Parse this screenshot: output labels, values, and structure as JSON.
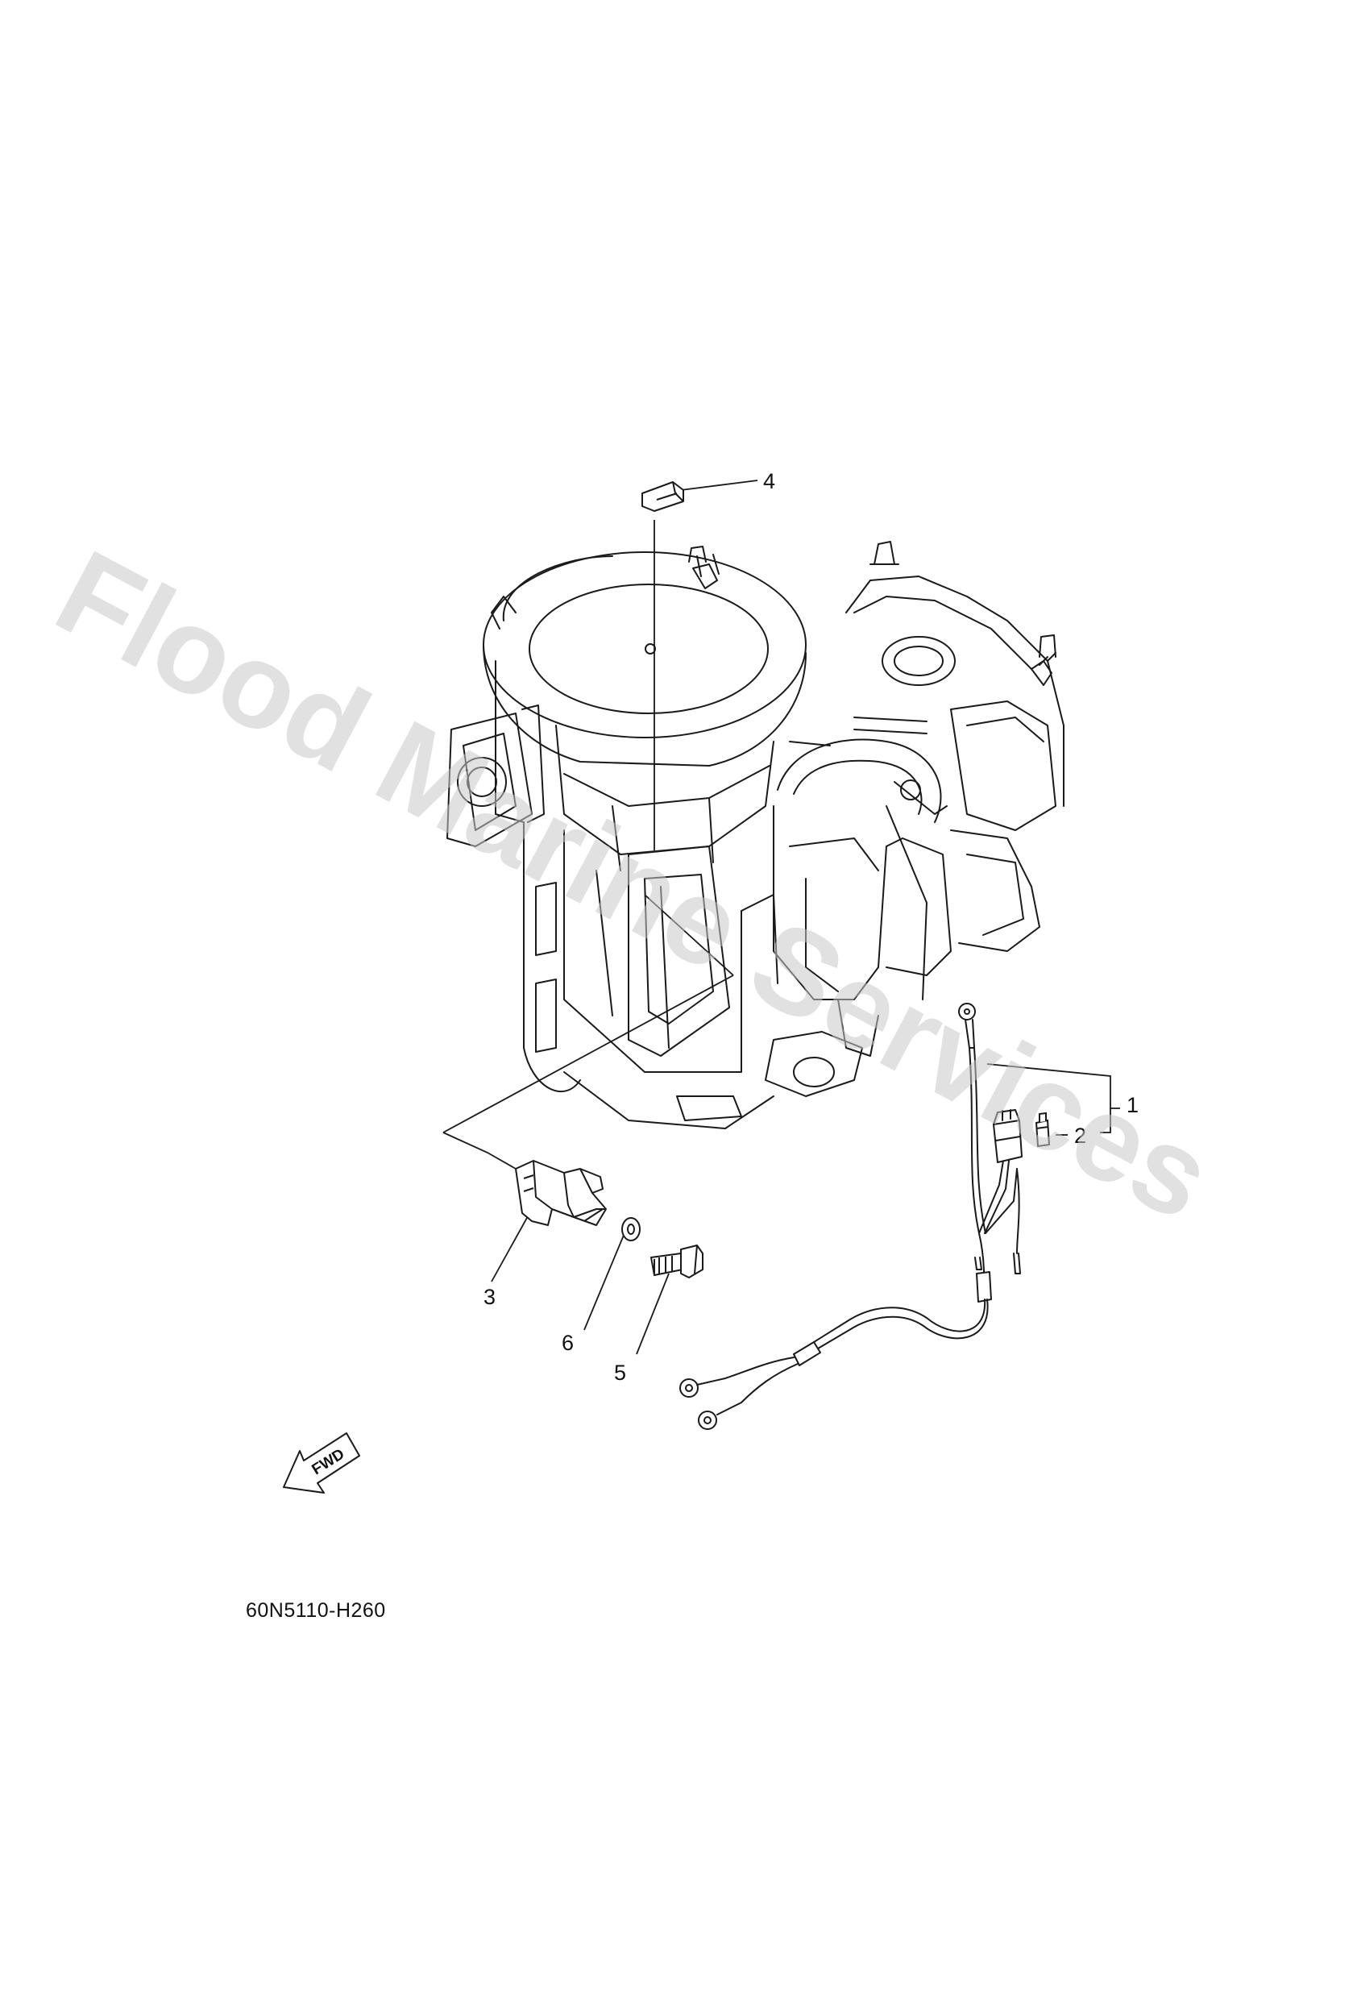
{
  "drawing_code": "60N5110-H260",
  "watermark": "Flood Marine Services",
  "fwd_label": "FWD",
  "callouts": [
    {
      "id": "1",
      "label": "1"
    },
    {
      "id": "2",
      "label": "2"
    },
    {
      "id": "3",
      "label": "3"
    },
    {
      "id": "4",
      "label": "4"
    },
    {
      "id": "5",
      "label": "5"
    },
    {
      "id": "6",
      "label": "6"
    }
  ],
  "colors": {
    "line": "#1a1a1a",
    "watermark": "#c8c8c8",
    "background": "#ffffff"
  }
}
